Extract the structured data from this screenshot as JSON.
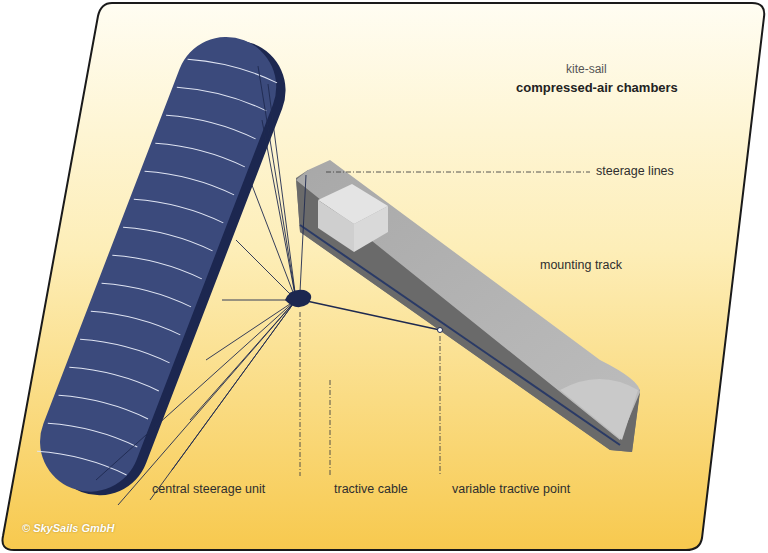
{
  "diagram": {
    "labels": [
      "kite-sail",
      "compressed-air chambers",
      "steerage lines",
      "mounting track",
      "central steerage unit",
      "tractive cable",
      "variable tractive point",
      "© SkySails GmbH"
    ]
  }
}
